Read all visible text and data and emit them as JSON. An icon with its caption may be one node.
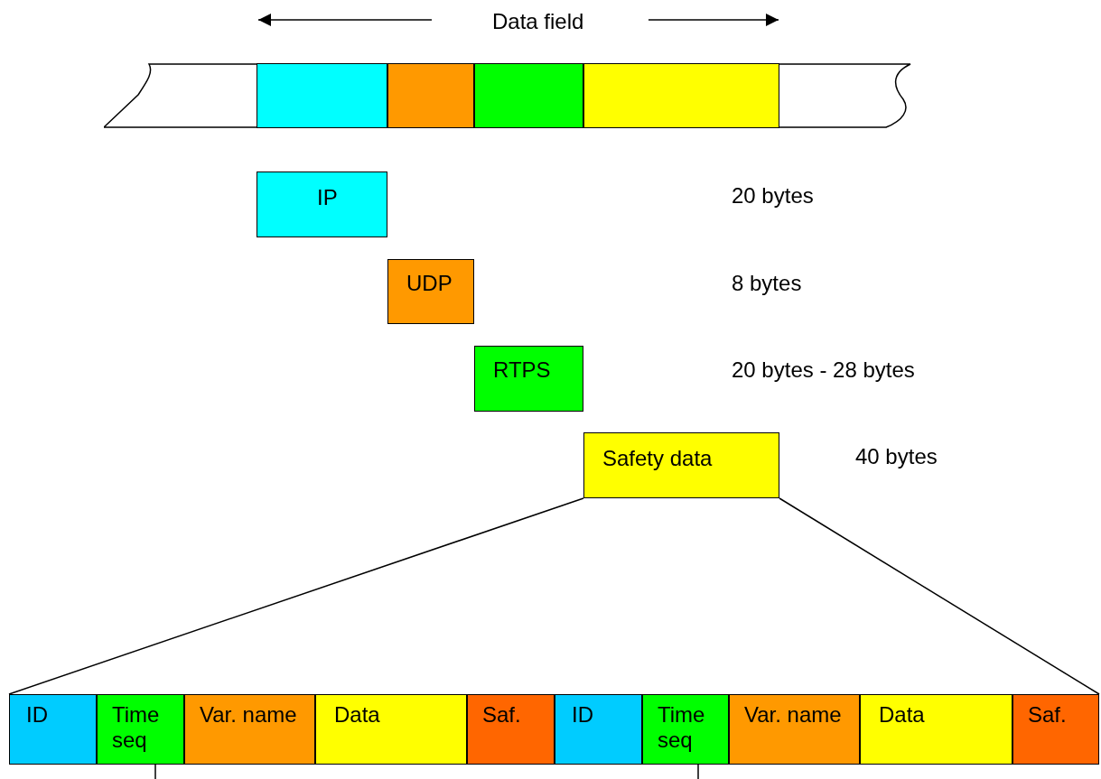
{
  "diagram": {
    "nodes": [
      {
        "text": [],
        "shape": "bar"
      },
      {
        "text": [],
        "shape": "box",
        "in": 0
      },
      {
        "text": [],
        "shape": "box",
        "in": 0
      },
      {
        "text": [],
        "shape": "box",
        "in": 0
      },
      {
        "text": [],
        "shape": "box",
        "in": 0
      },
      {
        "text": [
          "IP"
        ]
      },
      {
        "text": [
          "UDP"
        ]
      },
      {
        "text": [
          "RTPS"
        ]
      },
      {
        "text": [
          "Safety data"
        ]
      },
      {
        "text": [],
        "shape": "bar"
      },
      {
        "text": [
          "ID"
        ],
        "in": 9
      },
      {
        "text": [
          "Time seq"
        ],
        "in": 9
      },
      {
        "text": [
          "Var. name"
        ],
        "in": 9
      },
      {
        "text": [
          "Data"
        ],
        "in": 9
      },
      {
        "text": [
          "Saf."
        ],
        "in": 9
      },
      {
        "text": [
          "ID"
        ],
        "in": 9
      },
      {
        "text": [
          "Time seq"
        ],
        "in": 9
      },
      {
        "text": [
          "Var. name"
        ],
        "in": 9
      },
      {
        "text": [
          "Data"
        ],
        "in": 9
      },
      {
        "text": [
          "Saf."
        ],
        "in": 9
      }
    ],
    "edges": [
      {
        "from": 8,
        "to": 9,
        "arrow": "none"
      },
      {
        "from": 8,
        "to": 9,
        "arrow": "none"
      }
    ],
    "labels": [
      "Data field",
      "20 bytes",
      "8 bytes",
      "20 bytes - 28 bytes",
      "40 bytes"
    ]
  }
}
